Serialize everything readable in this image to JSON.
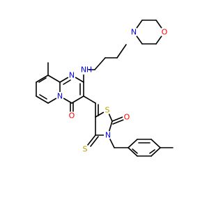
{
  "molecule": {
    "colors": {
      "bond": "#000000",
      "carbon": "#000000",
      "nitrogen": "#0000FF",
      "oxygen": "#FF0000",
      "sulfur": "#B8A000",
      "hydrogen": "#0000FF"
    },
    "atoms": {
      "O_morpholine": "O",
      "N_morpholine": "N",
      "N_amine": "N",
      "H_amine": "H",
      "N_pyrimidine": "N",
      "N_bridgehead": "N",
      "O_pyridone": "O",
      "O_thiazolidinone": "O",
      "S_ring": "S",
      "N_thiazolidine": "N",
      "S_thione": "S"
    }
  }
}
